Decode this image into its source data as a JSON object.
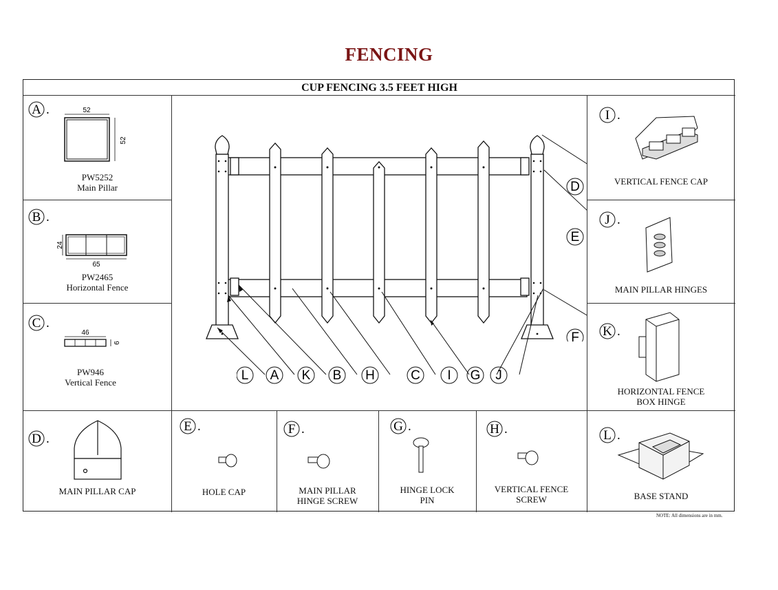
{
  "page_title": "FENCING",
  "sheet_title": "CUP FENCING 3.5 FEET HIGH",
  "note": "NOTE: All dimensions are in mm.",
  "parts": {
    "A": {
      "letter": "A",
      "code": "PW5252",
      "name": "Main Pillar",
      "dim_w": "52",
      "dim_h": "52"
    },
    "B": {
      "letter": "B",
      "code": "PW2465",
      "name": "Horizontal Fence",
      "dim_w": "65",
      "dim_h": "24"
    },
    "C": {
      "letter": "C",
      "code": "PW946",
      "name": "Vertical Fence",
      "dim_w": "46",
      "dim_h": "9"
    },
    "D": {
      "letter": "D",
      "line1": "MAIN PILLAR CAP"
    },
    "E": {
      "letter": "E",
      "line1": "HOLE CAP"
    },
    "F": {
      "letter": "F",
      "line1": "MAIN PILLAR",
      "line2": "HINGE SCREW"
    },
    "G": {
      "letter": "G",
      "line1": "HINGE LOCK",
      "line2": "PIN"
    },
    "H": {
      "letter": "H",
      "line1": "VERTICAL FENCE",
      "line2": "SCREW"
    },
    "I": {
      "letter": "I",
      "line1": "VERTICAL FENCE CAP"
    },
    "J": {
      "letter": "J",
      "line1": "MAIN PILLAR HINGES"
    },
    "K": {
      "letter": "K",
      "line1": "HORIZONTAL FENCE",
      "line2": "BOX HINGE"
    },
    "L": {
      "letter": "L",
      "line1": "BASE STAND"
    }
  },
  "callouts": {
    "bottom": [
      "L",
      "A",
      "K",
      "B",
      "H",
      "C",
      "I",
      "G",
      "J"
    ],
    "right": [
      "D",
      "E",
      "F"
    ]
  }
}
